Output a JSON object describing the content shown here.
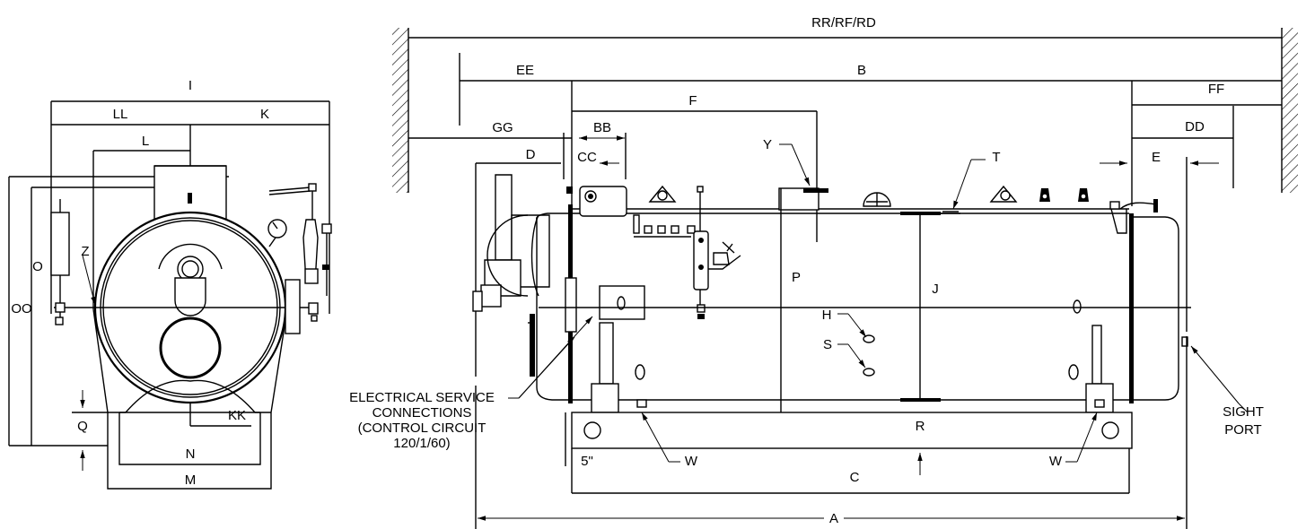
{
  "end_view": {
    "labels": {
      "I": "I",
      "LL": "LL",
      "K": "K",
      "L": "L",
      "O": "O",
      "Z": "Z",
      "OO": "OO",
      "Q": "Q",
      "KK": "KK",
      "N": "N",
      "M": "M"
    }
  },
  "side_view": {
    "labels": {
      "RR": "RR/RF/RD",
      "EE": "EE",
      "B": "B",
      "FF": "FF",
      "F": "F",
      "GG": "GG",
      "BB": "BB",
      "DD": "DD",
      "D": "D",
      "CC": "CC",
      "Y": "Y",
      "T": "T",
      "E": "E",
      "P": "P",
      "J": "J",
      "H": "H",
      "S": "S",
      "R": "R",
      "W1": "W",
      "W2": "W",
      "C": "C",
      "A": "A",
      "five_in": "5\""
    },
    "electrical_note": [
      "ELECTRICAL SERVICE",
      "CONNECTIONS",
      "(CONTROL CIRCUIT",
      "120/1/60)"
    ],
    "sight_port": [
      "SIGHT",
      "PORT"
    ]
  }
}
